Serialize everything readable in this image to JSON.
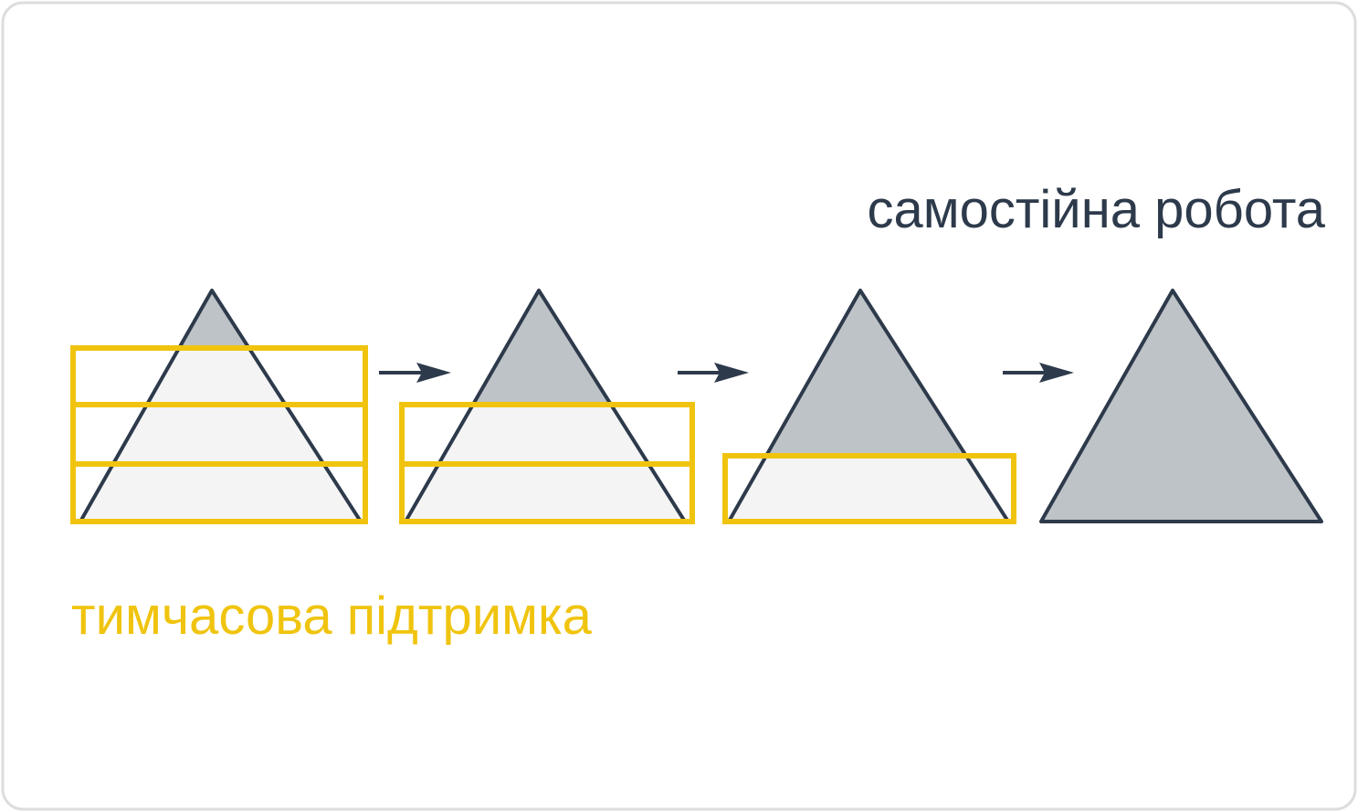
{
  "diagram": {
    "labels": {
      "independent_work": "самостійна робота",
      "temporary_support": "тимчасова підтримка"
    },
    "stages": [
      {
        "support_layers": 3
      },
      {
        "support_layers": 2
      },
      {
        "support_layers": 1
      },
      {
        "support_layers": 0
      }
    ],
    "colors": {
      "outline": "#2d3a4b",
      "independent_fill": "#bec3c7",
      "supported_fill": "#f4f4f4",
      "support": "#f0c40e",
      "frame_border": "#dddddd"
    }
  }
}
